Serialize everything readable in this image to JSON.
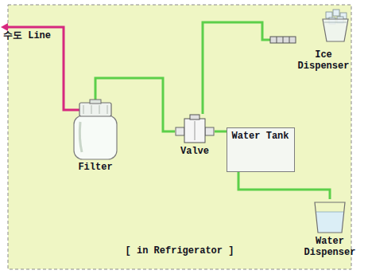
{
  "diagram": {
    "nodes": [
      {
        "text": [
          "[ in Refrigerator ]"
        ]
      },
      {
        "text": [
          "Filter"
        ],
        "in": 0
      },
      {
        "text": [
          "Valve"
        ],
        "in": 0
      },
      {
        "text": [
          "Water Tank"
        ],
        "in": 0
      },
      {
        "text": [
          "Ice Dispenser"
        ],
        "in": 0
      },
      {
        "text": [
          "Water Dispenser"
        ],
        "in": 0
      }
    ],
    "edges": [
      {
        "from": 1,
        "to": 2,
        "arrow": "none"
      },
      {
        "from": 2,
        "to": 4,
        "arrow": "none"
      },
      {
        "from": 2,
        "to": 3,
        "arrow": "none"
      },
      {
        "from": 3,
        "to": 5,
        "arrow": "none"
      }
    ],
    "labels": [
      "수도 Line"
    ]
  }
}
